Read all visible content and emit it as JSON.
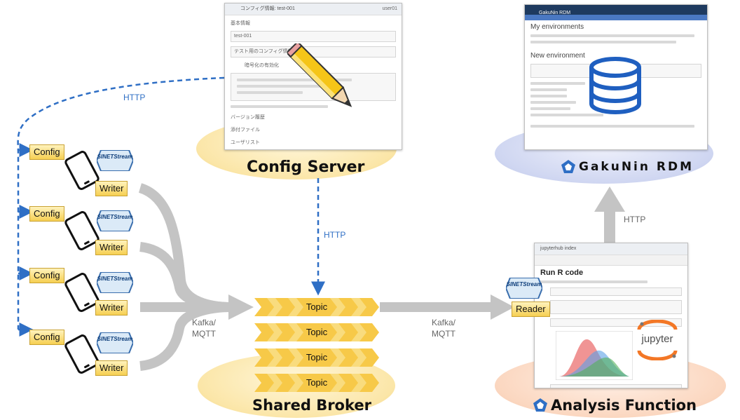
{
  "config_server": {
    "title": "Config Server",
    "window_title": "コンフィグ情報: test-001",
    "user": "user01",
    "field_label": "基本情報",
    "name_value": "test-001",
    "desc_value": "テスト用のコンフィグ情報",
    "toggle_label": "暗号化の有効化",
    "menu_item_1": "バージョン履歴",
    "menu_item_2": "添付ファイル",
    "menu_item_3": "ユーザリスト"
  },
  "gakunin": {
    "title": "GakuNin RDM",
    "window_title": "GakuNin RDM",
    "section_title": "My environments",
    "new_env_title": "New environment"
  },
  "shared_broker": {
    "title": "Shared Broker",
    "topics": [
      "Topic",
      "Topic",
      "Topic",
      "Topic"
    ]
  },
  "analysis": {
    "title": "Analysis Function",
    "window_title": "jupyterhub  index",
    "heading": "Run R code",
    "jupyter_label": "jupyter"
  },
  "clients": [
    {
      "config": "Config",
      "writer": "Writer"
    },
    {
      "config": "Config",
      "writer": "Writer"
    },
    {
      "config": "Config",
      "writer": "Writer"
    },
    {
      "config": "Config",
      "writer": "Writer"
    }
  ],
  "sinetstream_logo": "SINETStream",
  "reader": "Reader",
  "labels": {
    "http_top": "HTTP",
    "http_mid": "HTTP",
    "http_right": "HTTP",
    "kafka_left": "Kafka/\nMQTT",
    "kafka_right": "Kafka/\nMQTT"
  },
  "colors": {
    "http_arrow": "#2f6fc5",
    "data_arrow": "#bfbfbf",
    "tag_fill": "#f6cf52"
  }
}
